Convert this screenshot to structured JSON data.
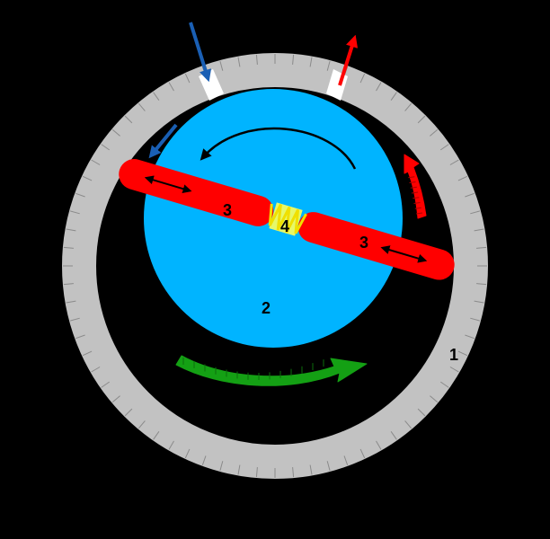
{
  "labels": {
    "housing": "1",
    "rotor": "2",
    "vane_left": "3",
    "vane_right": "3",
    "spring": "4"
  },
  "colors": {
    "background": "#000000",
    "housing": "#c2c2c2",
    "rotor": "#00b4ff",
    "vane": "#ff0000",
    "spring": "#ffff00",
    "inlet_arrow": "#1a5fb4",
    "outlet_arrow": "#ff0000",
    "rotation_arrow": "#14a014",
    "direction_arrow": "#000000"
  },
  "icons": {
    "inlet": "arrow-down-icon",
    "outlet": "arrow-up-icon",
    "rotation": "curved-arrow-icon"
  }
}
